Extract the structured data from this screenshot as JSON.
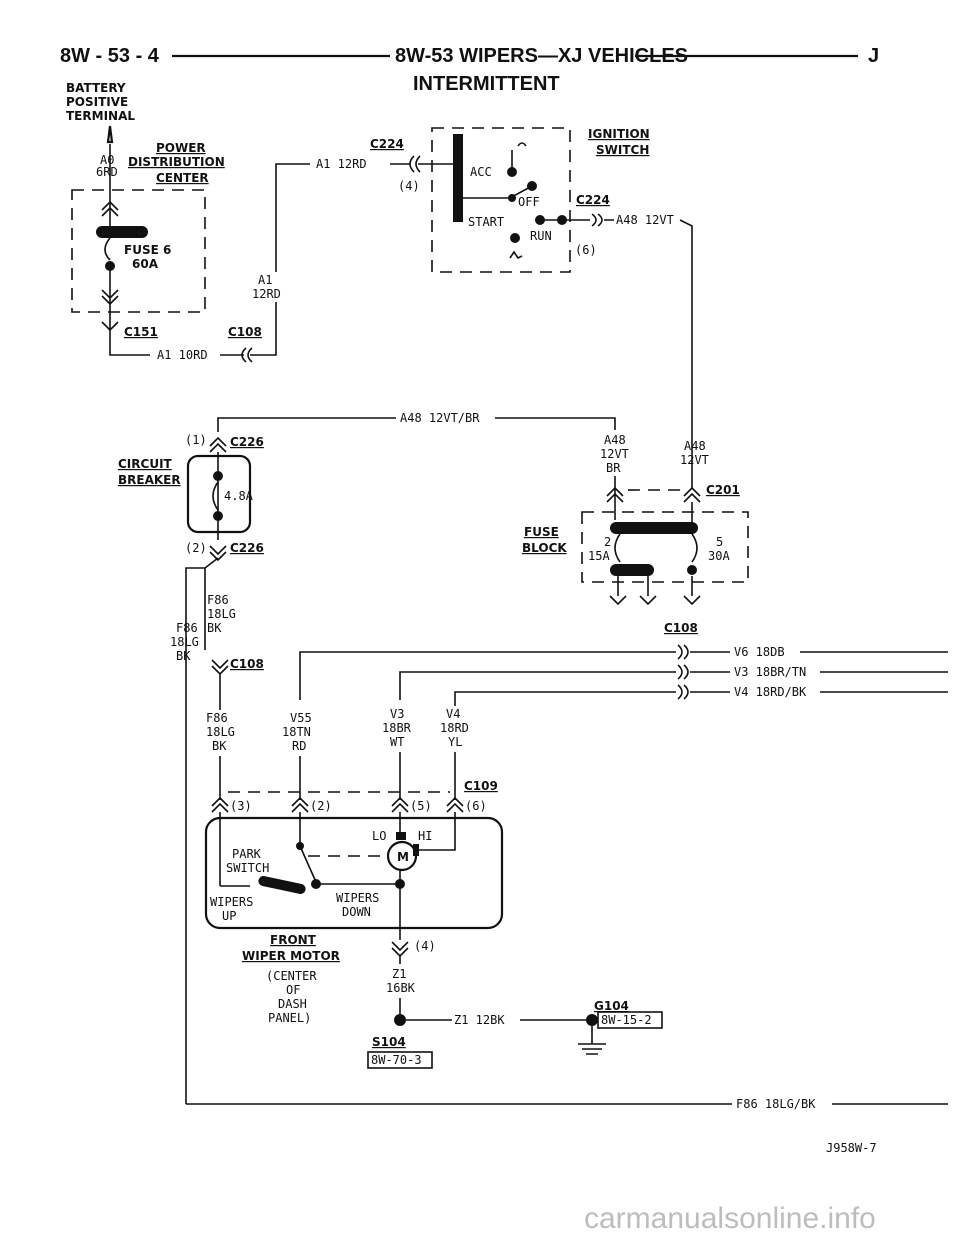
{
  "header": {
    "page_ref": "8W - 53 - 4",
    "title": "8W-53 WIPERS—XJ VEHICLES",
    "suffix": "J",
    "subtitle": "INTERMITTENT"
  },
  "battery": {
    "line1": "BATTERY",
    "line2": "POSITIVE",
    "line3": "TERMINAL",
    "wire_a": "A0",
    "wire_b": "6RD"
  },
  "pdc": {
    "line1": "POWER",
    "line2": "DISTRIBUTION",
    "line3": "CENTER",
    "fuse_label": "FUSE 6",
    "fuse_rating": "60A"
  },
  "connectors": {
    "c151": "C151",
    "c108": "C108",
    "c224": "C224",
    "c226": "C226",
    "c201": "C201",
    "c109": "C109",
    "pin4": "(4)",
    "pin6": "(6)",
    "pin1": "(1)",
    "pin2": "(2)",
    "p3": "(3)",
    "p2": "(2)",
    "p5": "(5)",
    "p6": "(6)",
    "p4": "(4)"
  },
  "wires": {
    "a1_10rd": "A1 10RD",
    "a1_12rd": "A1 12RD",
    "a1": "A1",
    "rd12": "12RD",
    "a48_12vt": "A48 12VT",
    "a48_12vt_br": "A48 12VT/BR",
    "a48a": "A48",
    "vt12a": "12VT",
    "bra": "BR",
    "a48b": "A48",
    "vt12b": "12VT",
    "v6": "V6 18DB",
    "v3": "V3 18BR/TN",
    "v4": "V4 18RD/BK",
    "f86a": "F86",
    "lg18a": "18LG",
    "bka": "BK",
    "f86b": "F86",
    "lg18b": "18LG",
    "bkb": "BK",
    "f86c": "F86",
    "lg18c": "18LG",
    "bkc": "BK",
    "v55": "V55",
    "tn18": "18TN",
    "rdv": "RD",
    "v3b": "V3",
    "br18": "18BR",
    "wt": "WT",
    "v4b": "V4",
    "rd18": "18RD",
    "yl": "YL",
    "z1": "Z1",
    "bk16": "16BK",
    "z1_12bk": "Z1 12BK",
    "f86_bottom": "F86 18LG/BK"
  },
  "ignition": {
    "line1": "IGNITION",
    "line2": "SWITCH",
    "acc": "ACC",
    "off": "OFF",
    "start": "START",
    "run": "RUN"
  },
  "breaker": {
    "line1": "CIRCUIT",
    "line2": "BREAKER",
    "rating": "4.8A"
  },
  "fuse_block": {
    "line1": "FUSE",
    "line2": "BLOCK",
    "fuse2": "2",
    "fuse2_rating": "15A",
    "fuse5": "5",
    "fuse5_rating": "30A"
  },
  "motor": {
    "lo": "LO",
    "hi": "HI",
    "m": "M",
    "park1": "PARK",
    "park2": "SWITCH",
    "up1": "WIPERS",
    "up2": "UP",
    "down1": "WIPERS",
    "down2": "DOWN",
    "title1": "FRONT",
    "title2": "WIPER MOTOR",
    "loc1": "(CENTER",
    "loc2": "OF",
    "loc3": "DASH",
    "loc4": "PANEL)"
  },
  "grounds": {
    "s104": "S104",
    "s104_ref": "8W-70-3",
    "g104": "G104",
    "g104_ref": "8W-15-2"
  },
  "figure_code": "J958W-7",
  "watermark": "carmanualsonline.info"
}
